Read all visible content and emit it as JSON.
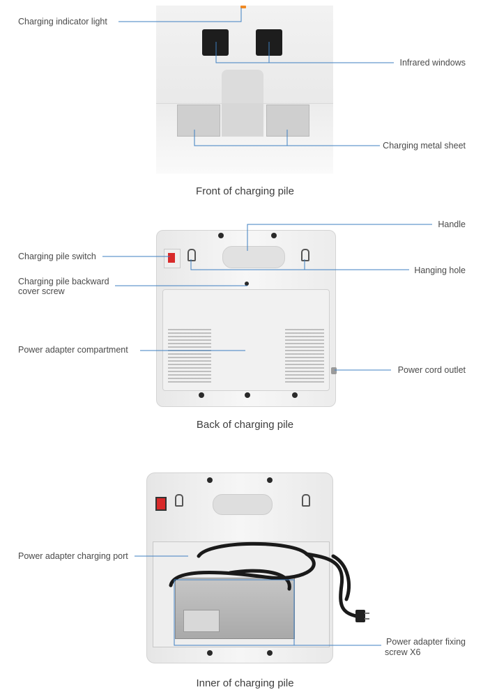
{
  "sections": [
    {
      "caption": "Front of charging pile",
      "labels": {
        "indicator": "Charging indicator light",
        "infrared": "Infrared windows",
        "metal": "Charging metal sheet"
      }
    },
    {
      "caption": "Back of charging pile",
      "labels": {
        "handle": "Handle",
        "switch": "Charging pile switch",
        "hanging": "Hanging hole",
        "screw_line1": "Charging pile backward",
        "screw_line2": "cover screw",
        "compartment": "Power adapter compartment",
        "cord": "Power cord outlet"
      }
    },
    {
      "caption": "Inner of charging pile",
      "labels": {
        "port": "Power adapter charging port",
        "fixing_line1": "Power adapter fixing",
        "fixing_line2": "screw X6"
      }
    }
  ],
  "colors": {
    "leader_line": "#3d7fc1",
    "indicator_light": "#f08a24",
    "switch_red": "#d82a2a"
  }
}
